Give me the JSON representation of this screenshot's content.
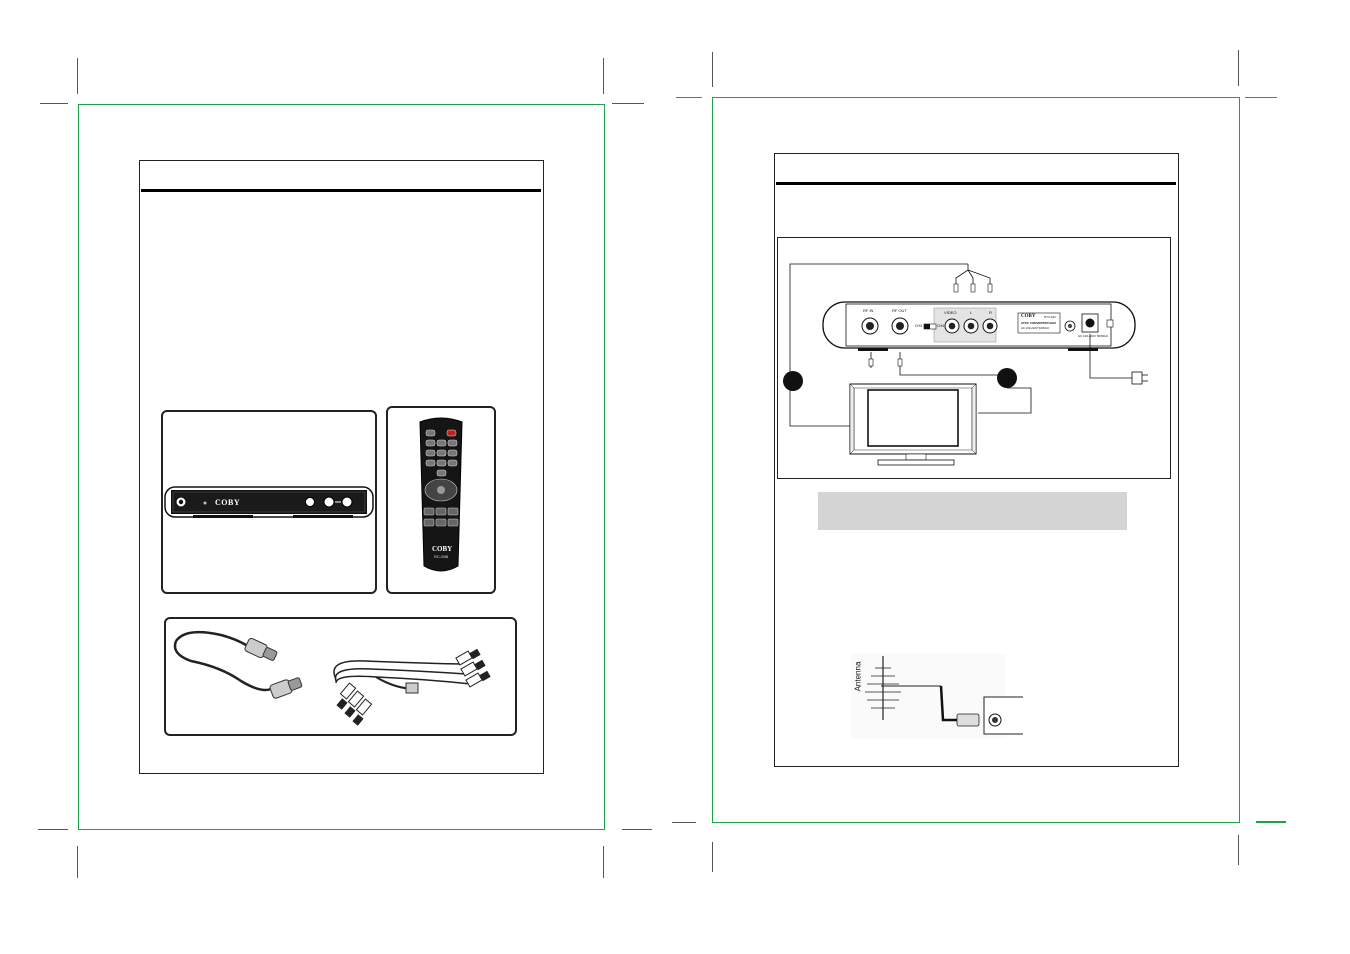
{
  "left_page": {
    "box_brand_label": "COBY",
    "remote_brand_label": "COBY",
    "remote_model_label": "RC-05B"
  },
  "right_page": {
    "rear_panel_labels": {
      "rf_in": "RF IN",
      "rf_out": "RF OUT",
      "ch3": "CH3",
      "ch4": "CH4",
      "video": "VIDEO",
      "left": "L",
      "right": "R",
      "brand": "COBY",
      "model": "DTV-102",
      "product_line": "ATSC CONVERTER BOX",
      "spec_line": "AC 100-240V 50/60Hz",
      "power_label": "AC 100-240V 50/60Hz"
    },
    "antenna_label": "Antenna"
  },
  "colors": {
    "trim_green": "#1ca34a",
    "note_bar_gray": "#d4d4d4",
    "frame_black": "#222222"
  }
}
